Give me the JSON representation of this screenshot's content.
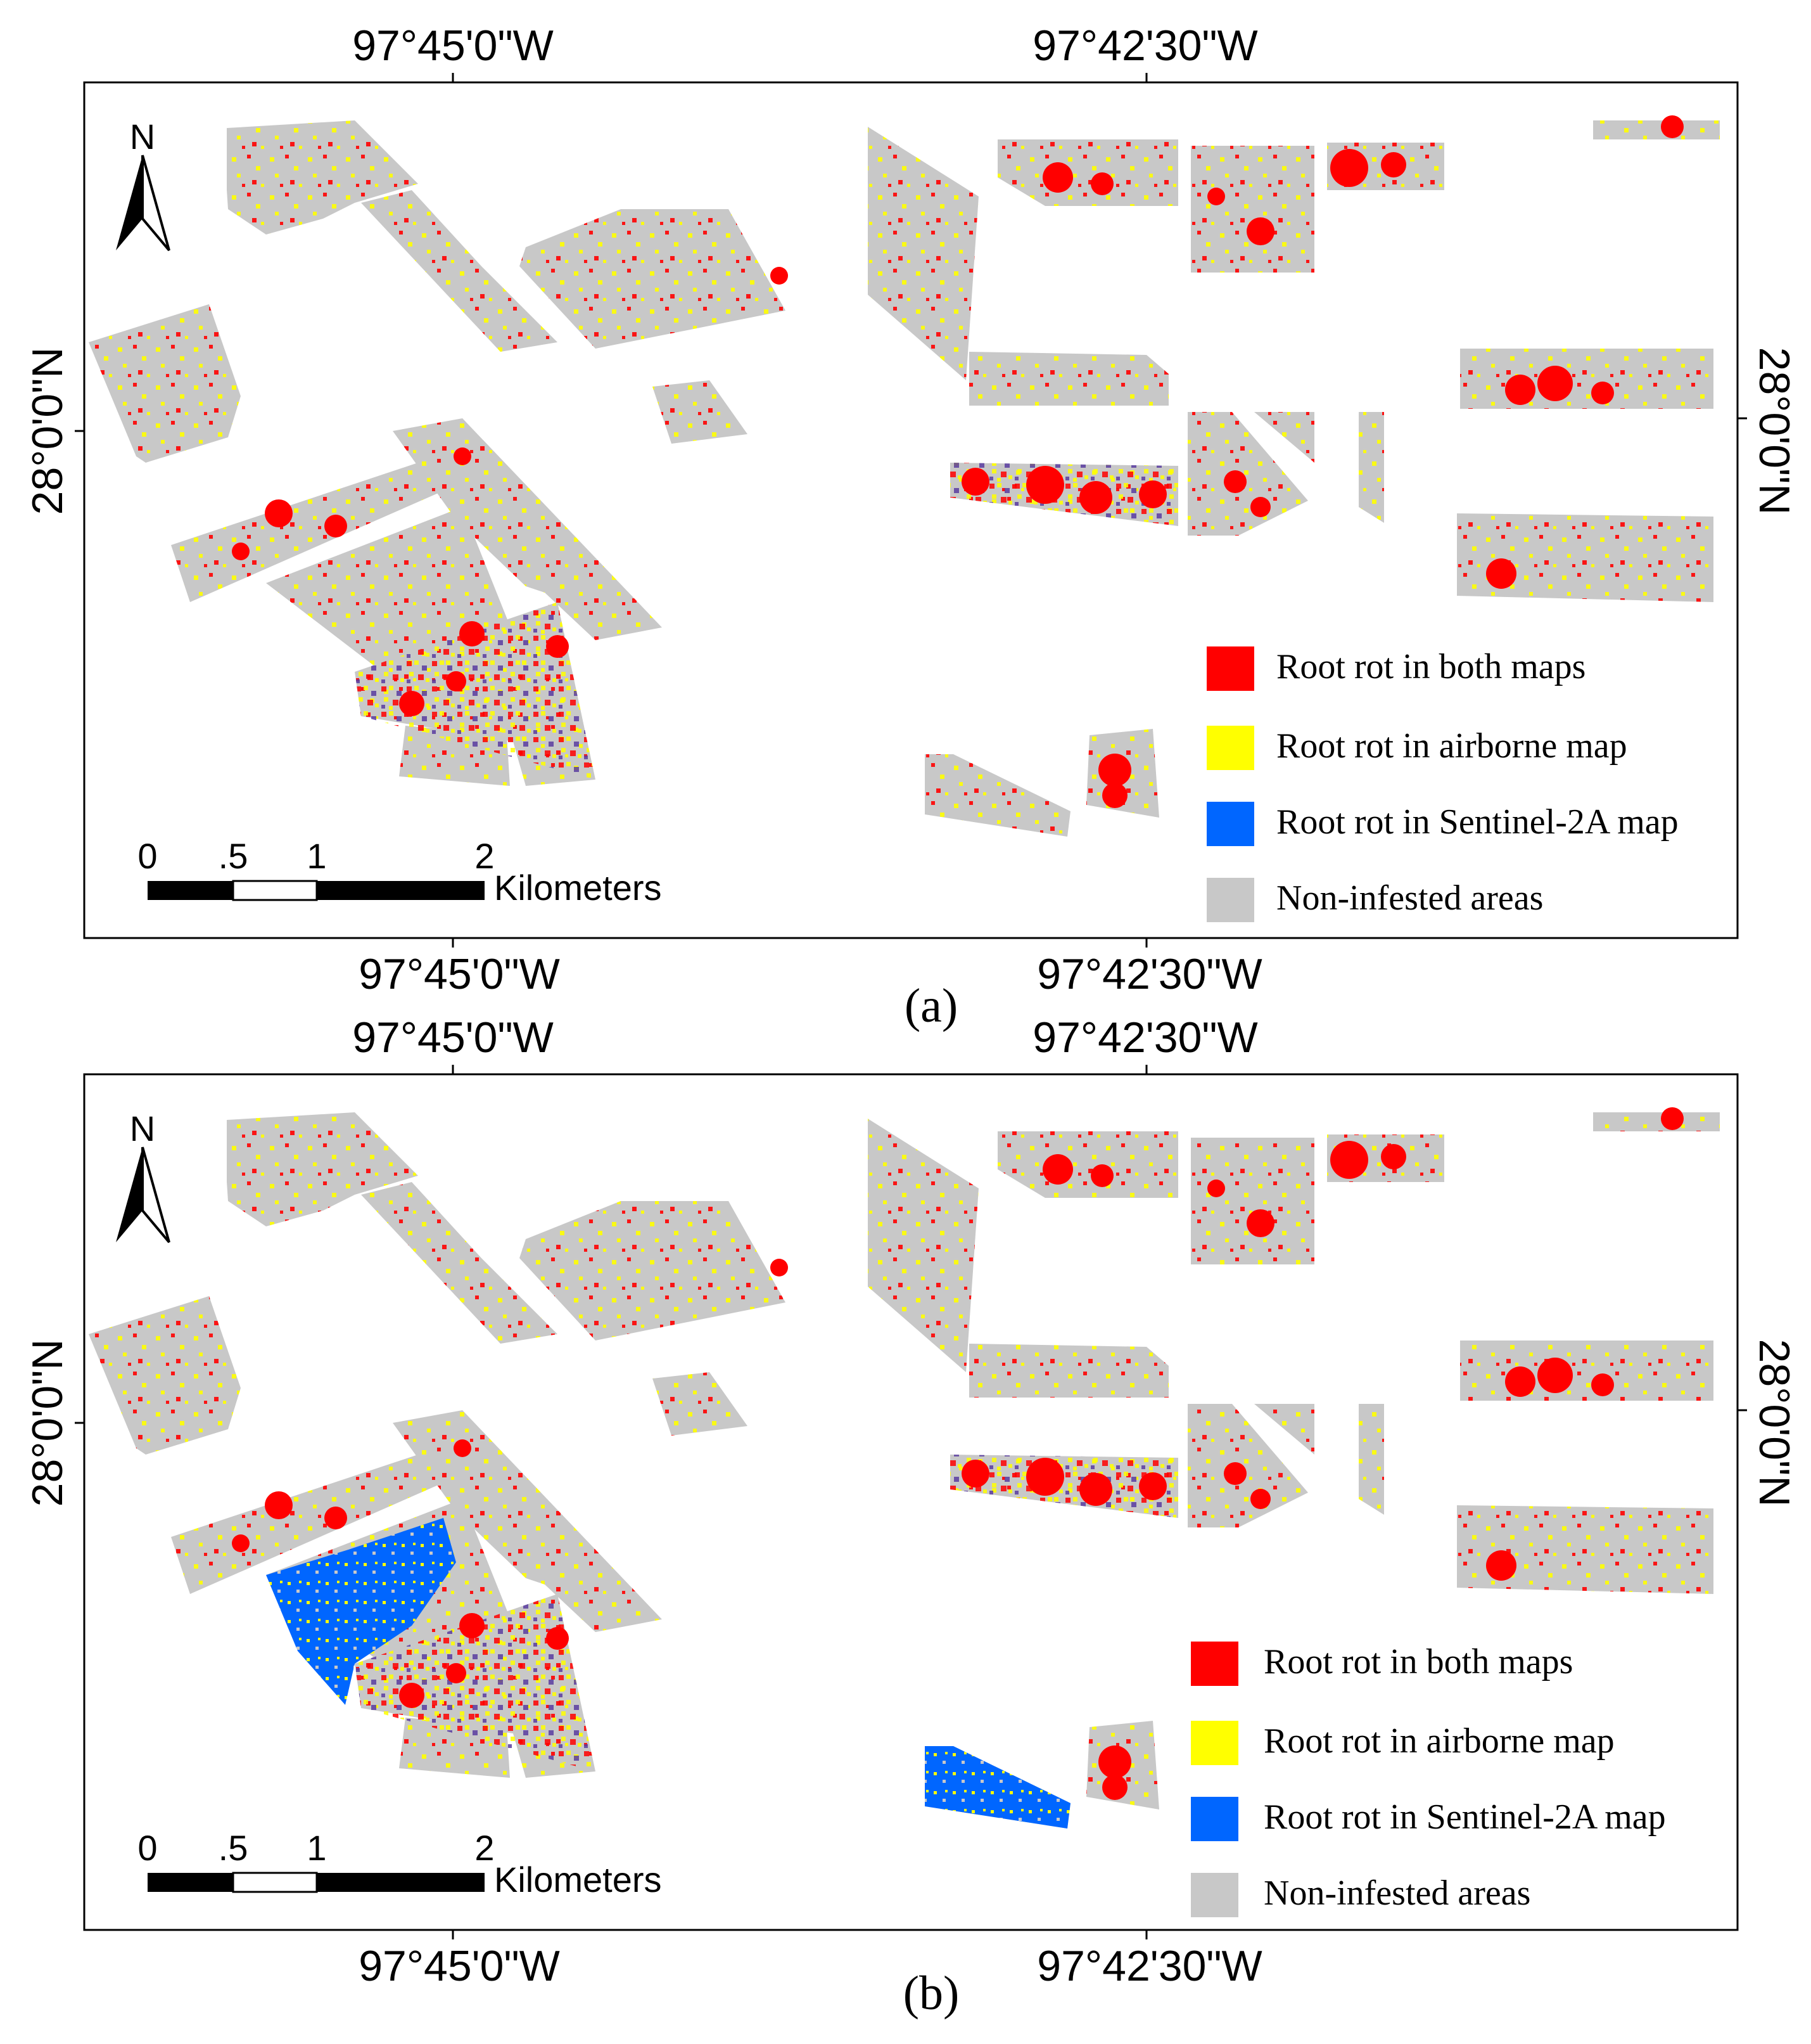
{
  "figure": {
    "panels": [
      {
        "caption": "(a)",
        "coords": {
          "top_left": "97°45'0\"W",
          "top_right": "97°42'30\"W",
          "bottom_left": "97°45'0\"W",
          "bottom_right": "97°42'30\"W",
          "left_lat": "28°0'0\"N",
          "right_lat": "28°0'0\"N"
        },
        "north_arrow": {
          "label": "N",
          "icon": "north-arrow-icon"
        },
        "scale_bar": {
          "ticks": [
            "0",
            ".5",
            "1",
            "2"
          ],
          "unit": "Kilometers"
        },
        "legend": [
          {
            "label": "Root rot in both maps",
            "color": "#ff0000"
          },
          {
            "label": "Root rot in airborne map",
            "color": "#ffff00"
          },
          {
            "label": "Root rot in Sentinel-2A map",
            "color": "#0066ff"
          },
          {
            "label": "Non-infested areas",
            "color": "#c8c8c8"
          }
        ]
      },
      {
        "caption": "(b)",
        "coords": {
          "top_left": "97°45'0\"W",
          "top_right": "97°42'30\"W",
          "bottom_left": "97°45'0\"W",
          "bottom_right": "97°42'30\"W",
          "left_lat": "28°0'0\"N",
          "right_lat": "28°0'0\"N"
        },
        "north_arrow": {
          "label": "N",
          "icon": "north-arrow-icon"
        },
        "scale_bar": {
          "ticks": [
            "0",
            ".5",
            "1",
            "2"
          ],
          "unit": "Kilometers"
        },
        "legend": [
          {
            "label": "Root rot in both maps",
            "color": "#ff0000"
          },
          {
            "label": "Root rot in airborne map",
            "color": "#ffff00"
          },
          {
            "label": "Root rot in Sentinel-2A map",
            "color": "#0066ff"
          },
          {
            "label": "Non-infested areas",
            "color": "#c8c8c8"
          }
        ]
      }
    ],
    "colors": {
      "field": "#c8c8c8",
      "both": "#ff0000",
      "airborne": "#ffff00",
      "sentinel": "#0066ff",
      "mixed": "#5a3ca0",
      "frame": "#000000"
    }
  }
}
